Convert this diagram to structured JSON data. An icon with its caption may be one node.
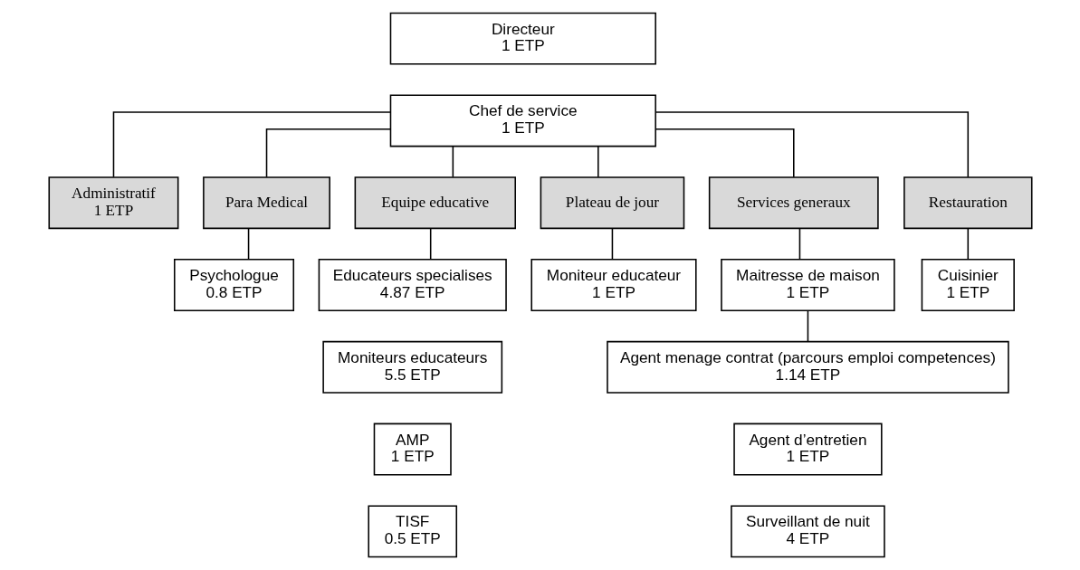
{
  "diagram": {
    "nodes": [
      {
        "text": [
          "Directeur",
          "1 ETP"
        ]
      },
      {
        "text": [
          "Chef de service",
          "1 ETP"
        ]
      },
      {
        "text": [
          "Administratif",
          "1 ETP"
        ]
      },
      {
        "text": [
          "Para Medical"
        ]
      },
      {
        "text": [
          "Equipe educative"
        ]
      },
      {
        "text": [
          "Plateau de jour"
        ]
      },
      {
        "text": [
          "Services generaux"
        ]
      },
      {
        "text": [
          "Restauration"
        ]
      },
      {
        "text": [
          "Psychologue",
          "0.8 ETP"
        ]
      },
      {
        "text": [
          "Educateurs specialises",
          "4.87 ETP"
        ]
      },
      {
        "text": [
          "Moniteurs educateurs",
          "5.5 ETP"
        ]
      },
      {
        "text": [
          "AMP",
          "1 ETP"
        ]
      },
      {
        "text": [
          "TISF",
          "0.5 ETP"
        ]
      },
      {
        "text": [
          "Moniteur educateur",
          "1 ETP"
        ]
      },
      {
        "text": [
          "Maitresse de maison",
          "1 ETP"
        ]
      },
      {
        "text": [
          "Agent menage contrat (parcours emploi competences)",
          "1.14 ETP"
        ]
      },
      {
        "text": [
          "Agent d’entretien",
          "1 ETP"
        ]
      },
      {
        "text": [
          "Surveillant de nuit",
          "4 ETP"
        ]
      },
      {
        "text": [
          "Cuisinier",
          "1 ETP"
        ]
      }
    ],
    "edges": [
      {
        "from": 1,
        "to": 2,
        "arrow": "none"
      },
      {
        "from": 1,
        "to": 3,
        "arrow": "none"
      },
      {
        "from": 1,
        "to": 4,
        "arrow": "none"
      },
      {
        "from": 1,
        "to": 5,
        "arrow": "none"
      },
      {
        "from": 1,
        "to": 6,
        "arrow": "none"
      },
      {
        "from": 1,
        "to": 7,
        "arrow": "none"
      },
      {
        "from": 3,
        "to": 8,
        "arrow": "none"
      },
      {
        "from": 4,
        "to": 9,
        "arrow": "none"
      },
      {
        "from": 5,
        "to": 13,
        "arrow": "none"
      },
      {
        "from": 6,
        "to": 14,
        "arrow": "none"
      },
      {
        "from": 14,
        "to": 15,
        "arrow": "none"
      },
      {
        "from": 7,
        "to": 18,
        "arrow": "none"
      }
    ]
  }
}
